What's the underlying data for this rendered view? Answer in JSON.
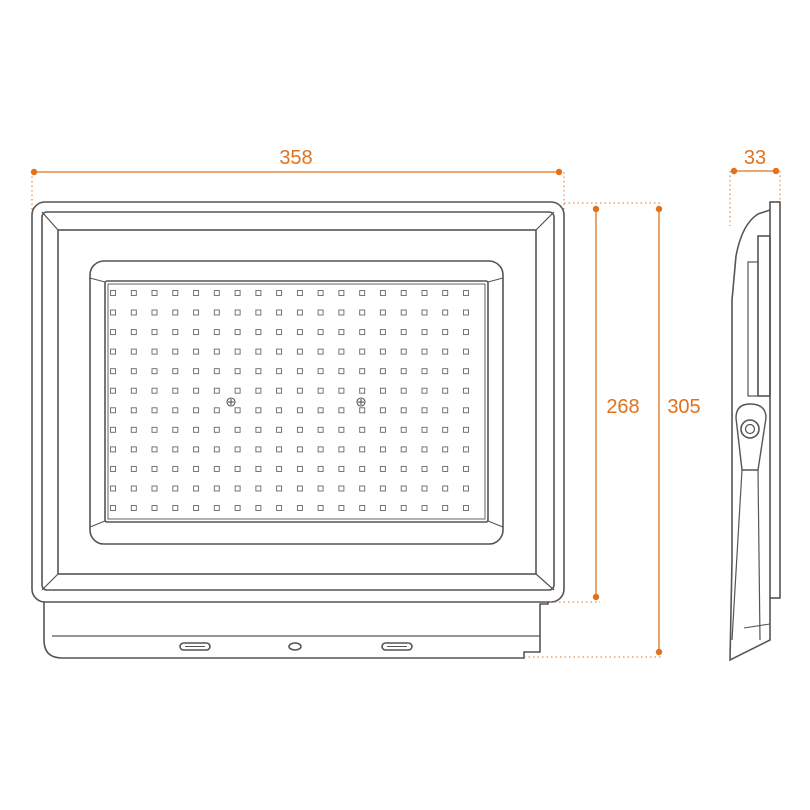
{
  "colors": {
    "outline": "#555555",
    "dimension": "#e2711c",
    "background": "#ffffff"
  },
  "dimensions": {
    "width": "358",
    "inner_height": "268",
    "total_height": "305",
    "depth": "33"
  }
}
